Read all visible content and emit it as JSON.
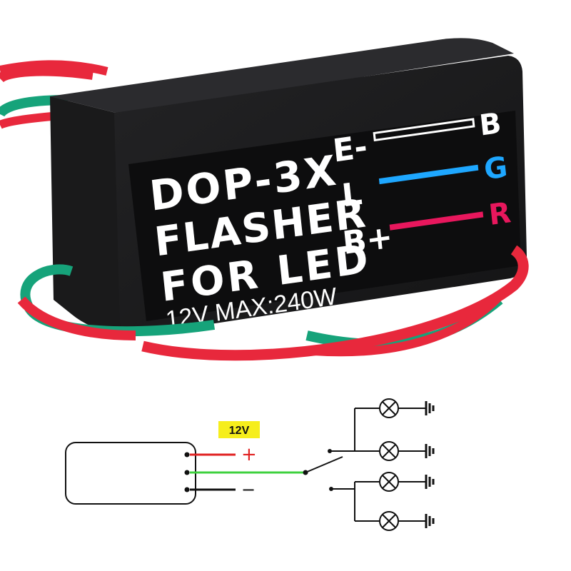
{
  "product": {
    "model": "DOP-3X",
    "title_line2": "FLASHER",
    "title_line3": "FOR LED",
    "spec": "12V MAX:240W",
    "pins": [
      {
        "label": "E-",
        "wire_letter": "B",
        "wire_color": "#ffffff"
      },
      {
        "label": "L",
        "wire_letter": "G",
        "wire_color": "#1ea7ff"
      },
      {
        "label": "B+",
        "wire_letter": "R",
        "wire_color": "#e8175d"
      }
    ]
  },
  "cables": {
    "red": "#e8283c",
    "green": "#16a37a",
    "body": "#1c1c1e"
  },
  "diagram": {
    "voltage_badge": "12V",
    "badge_color": "#f6ee1c",
    "plus_sign": "+",
    "minus_sign": "−",
    "wire_colors": {
      "positive": "#e02020",
      "load": "#3ed13e",
      "ground": "#111111"
    },
    "lamp_count": 4
  }
}
